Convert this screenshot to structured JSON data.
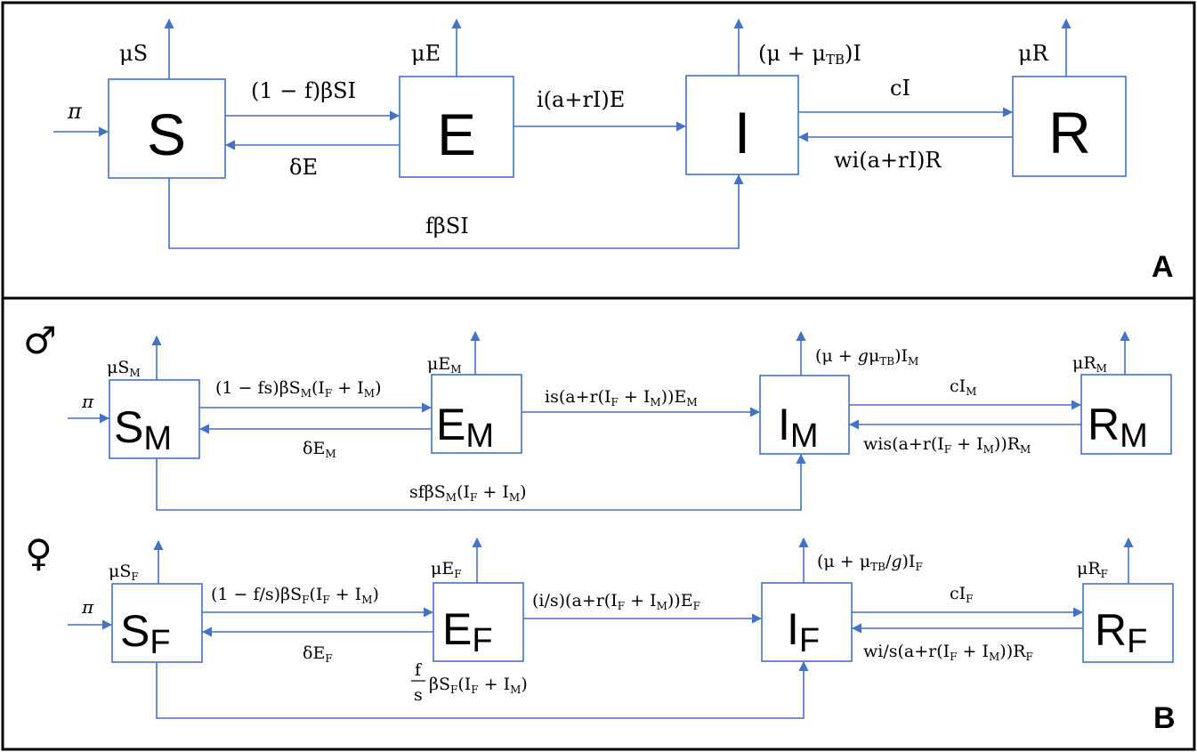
{
  "colors": {
    "arrow": "#4472C4",
    "box_stroke": "#4472C4",
    "frame": "#000000",
    "text": "#000000"
  },
  "panel_a": {
    "tag": "A",
    "compartments": {
      "s": "S",
      "e": "E",
      "i": "I",
      "r": "R"
    },
    "labels": {
      "mu_s": "μS",
      "mu_e": "μE",
      "mu_i": "(μ + μ",
      "mu_i_sub": "TB",
      "mu_i_tail": ")I",
      "mu_r": "μR",
      "pi": "π",
      "s_to_e": "(1 − f)βSI",
      "e_to_s": "δE",
      "e_to_i": "i(a+rI)E",
      "i_to_r": "cI",
      "r_to_i": "wi(a+rI)R",
      "s_to_i": "fβSI"
    }
  },
  "panel_b": {
    "tag": "B",
    "male_symbol": "♂",
    "female_symbol": "♀",
    "male": {
      "s": "S",
      "e": "E",
      "i": "I",
      "r": "R",
      "sub": "M",
      "pi": "π",
      "mu_s": "μS",
      "mu_e": "μE",
      "mu_r": "μR",
      "mu_i_head": "(μ + ",
      "mu_i_g": "g",
      "mu_i_mu": "μ",
      "mu_i_tb": "TB",
      "mu_i_tail": ")I",
      "s_to_e": "(1 − fs)βS",
      "e_to_s": "δE",
      "e_to_i": "is(a+r(I",
      "i_to_r": "cI",
      "r_to_i": "wis(a+r(I",
      "s_to_i": "sfβS",
      "open": "(I",
      "plus": " + I",
      "close": ")",
      "close2": "))",
      "f": "F",
      "m": "M"
    },
    "female": {
      "s": "S",
      "e": "E",
      "i": "I",
      "r": "R",
      "sub": "F",
      "pi": "π",
      "mu_s": "μS",
      "mu_e": "μE",
      "mu_r": "μR",
      "mu_i_head": "(μ + μ",
      "mu_i_tb": "TB",
      "mu_i_slash": "/",
      "mu_i_g": "g",
      "mu_i_tail": ")I",
      "s_to_e": "(1 − f/s)βS",
      "e_to_s": "δE",
      "e_to_i": "(i/s)(a+r(I",
      "i_to_r": "cI",
      "r_to_i": "wi/s(a+r(I",
      "frac_num": "f",
      "frac_den": "s",
      "s_to_i": "βS",
      "open": "(I",
      "plus": " + I",
      "close": ")",
      "close2": "))",
      "f": "F",
      "m": "M"
    }
  }
}
